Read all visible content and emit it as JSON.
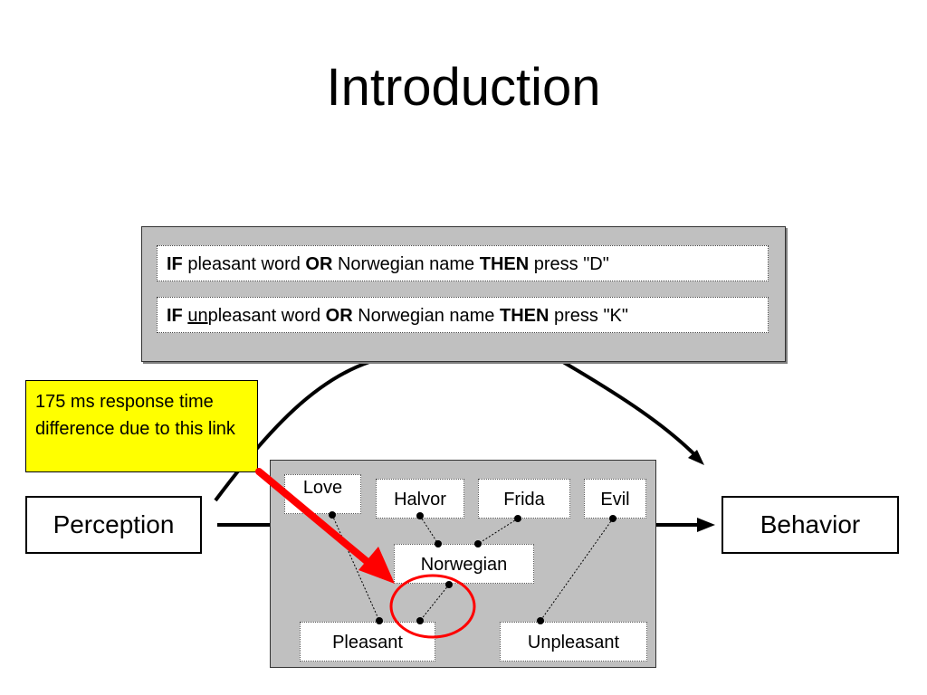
{
  "slide": {
    "title": "Introduction"
  },
  "rules": {
    "rule1": {
      "if": "IF",
      "text1": " pleasant word ",
      "or": "OR",
      "text2": " Norwegian name ",
      "then": "THEN",
      "text3": " press \"D\""
    },
    "rule2": {
      "if": "IF",
      "underlined": "un",
      "text1": "pleasant word ",
      "or": "OR",
      "text2": " Norwegian name ",
      "then": "THEN",
      "text3": " press \"K\""
    }
  },
  "callout": {
    "text": "175 ms response time difference due to this link"
  },
  "flow": {
    "perception": "Perception",
    "behavior": "Behavior"
  },
  "network": {
    "nodes": {
      "love": "Love",
      "halvor": "Halvor",
      "frida": "Frida",
      "evil": "Evil",
      "norwegian": "Norwegian",
      "pleasant": "Pleasant",
      "unpleasant": "Unpleasant"
    }
  },
  "colors": {
    "panel": "#c0c0c0",
    "callout": "#ffff00",
    "highlight": "#ff0000"
  }
}
